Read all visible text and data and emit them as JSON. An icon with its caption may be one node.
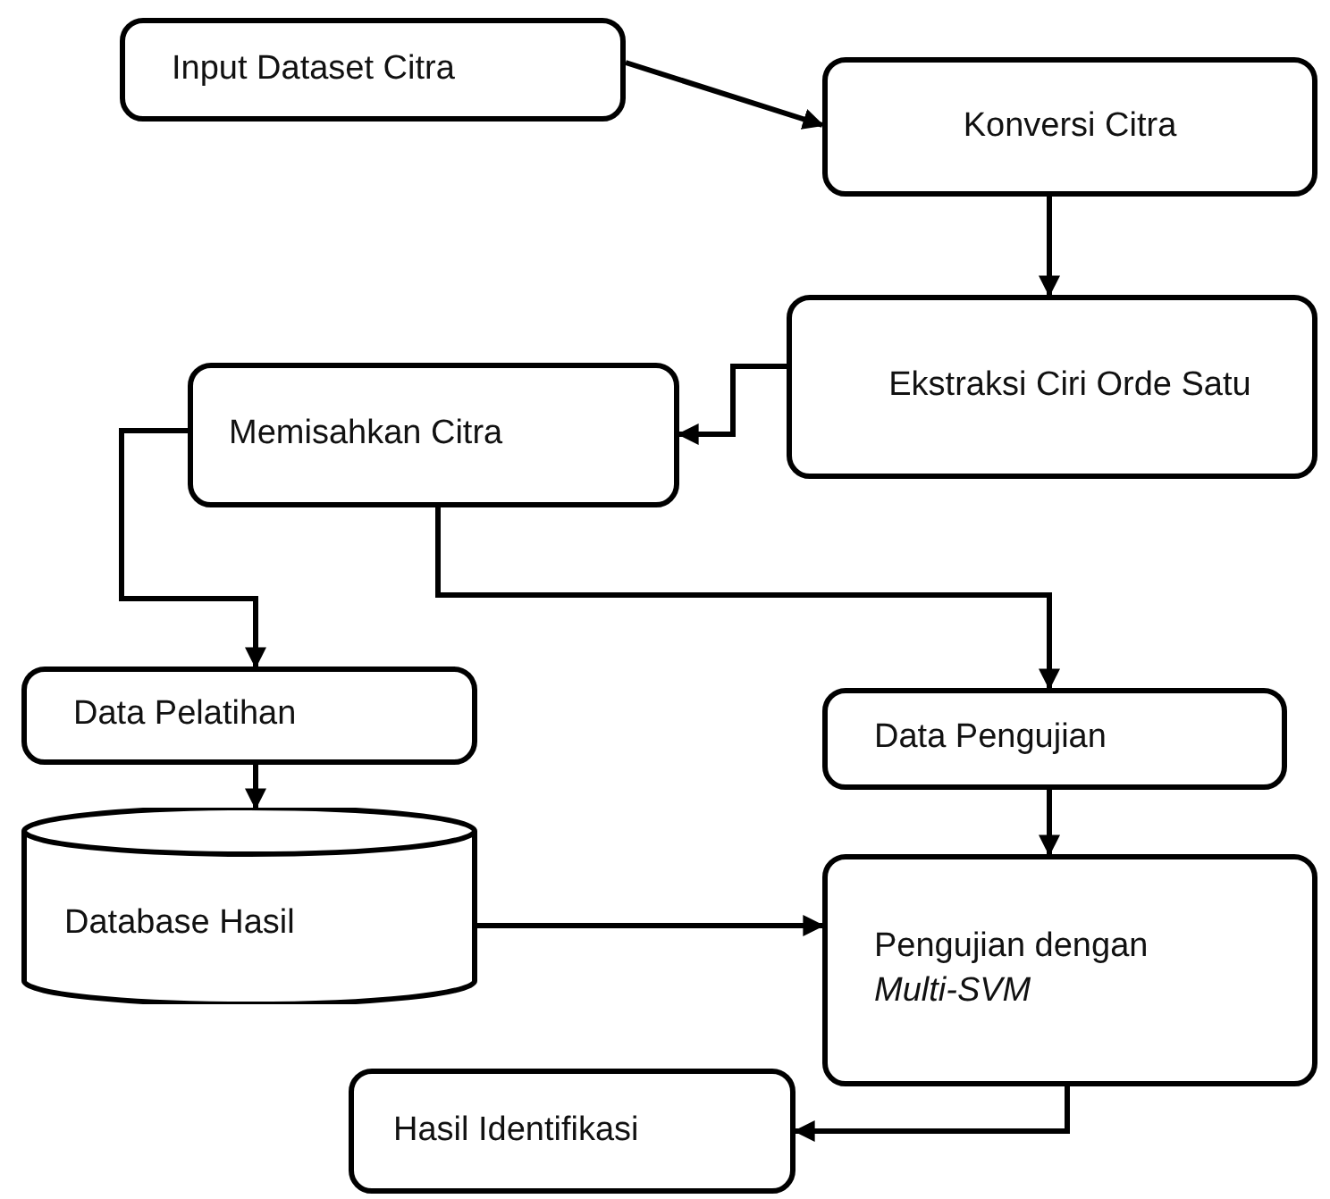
{
  "diagram": {
    "nodes": [
      {
        "text": [
          "Input Dataset Citra"
        ]
      },
      {
        "text": [
          "Konversi Citra"
        ]
      },
      {
        "text": [
          "Ekstraksi Ciri Orde Satu"
        ]
      },
      {
        "text": [
          "Memisahkan Citra"
        ]
      },
      {
        "text": [
          "Data Pelatihan"
        ]
      },
      {
        "text": [
          "Data Pengujian"
        ]
      },
      {
        "text": [
          "Database Hasil"
        ]
      },
      {
        "text": [
          "Pengujian dengan *Multi-SVM*"
        ]
      },
      {
        "text": [
          "Hasil Identifikasi"
        ]
      }
    ],
    "edges": [
      {
        "from": 0,
        "to": 1,
        "arrow": "to"
      },
      {
        "from": 1,
        "to": 2,
        "arrow": "to"
      },
      {
        "from": 2,
        "to": 3,
        "arrow": "to"
      },
      {
        "from": 3,
        "to": 4,
        "arrow": "to"
      },
      {
        "from": 3,
        "to": 5,
        "arrow": "to"
      },
      {
        "from": 4,
        "to": 6,
        "arrow": "to"
      },
      {
        "from": 5,
        "to": 7,
        "arrow": "to"
      },
      {
        "from": 6,
        "to": 7,
        "arrow": "to"
      },
      {
        "from": 7,
        "to": 8,
        "arrow": "to"
      }
    ]
  }
}
